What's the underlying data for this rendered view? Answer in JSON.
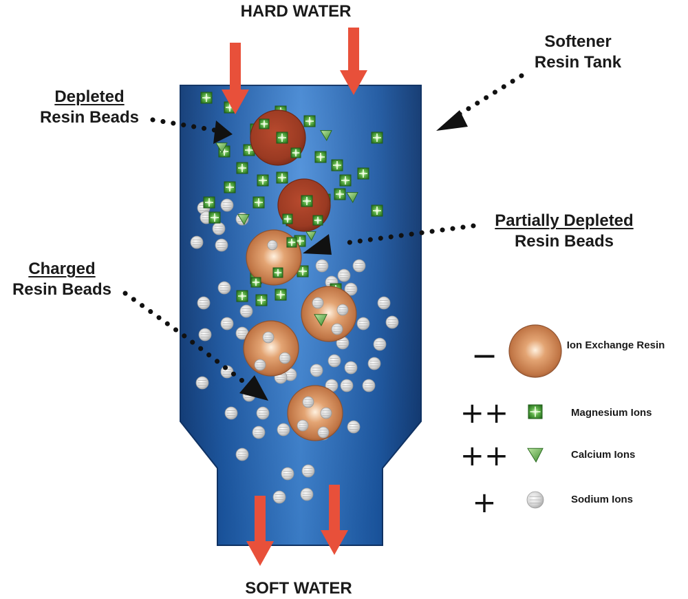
{
  "labels": {
    "hard_water": "HARD WATER",
    "soft_water": "SOFT WATER",
    "tank": [
      "Softener",
      "Resin Tank"
    ],
    "depleted": [
      "Depleted",
      "Resin Beads"
    ],
    "partially_depleted": [
      "Partially Depleted",
      "Resin Beads"
    ],
    "charged": [
      "Charged",
      "Resin Beads"
    ]
  },
  "legend": [
    {
      "symbol": "−",
      "icon": "resin-bead-icon",
      "label": [
        "Ion Exchange",
        "Resin"
      ]
    },
    {
      "symbol": "++",
      "icon": "magnesium-ion-icon",
      "label": [
        "Magnesium Ions"
      ]
    },
    {
      "symbol": "++",
      "icon": "calcium-ion-icon",
      "label": [
        "Calcium Ions"
      ]
    },
    {
      "symbol": "+",
      "icon": "sodium-ion-icon",
      "label": [
        "Sodium Ions"
      ]
    }
  ],
  "colors": {
    "flow_arrow": "#e8503a",
    "tank_blue": "#1f5fb4",
    "depleted_bead": "#a8402a",
    "charged_bead": "#d9925e",
    "magnesium": "#2f8a2a",
    "sodium": "#d4d4d4"
  }
}
